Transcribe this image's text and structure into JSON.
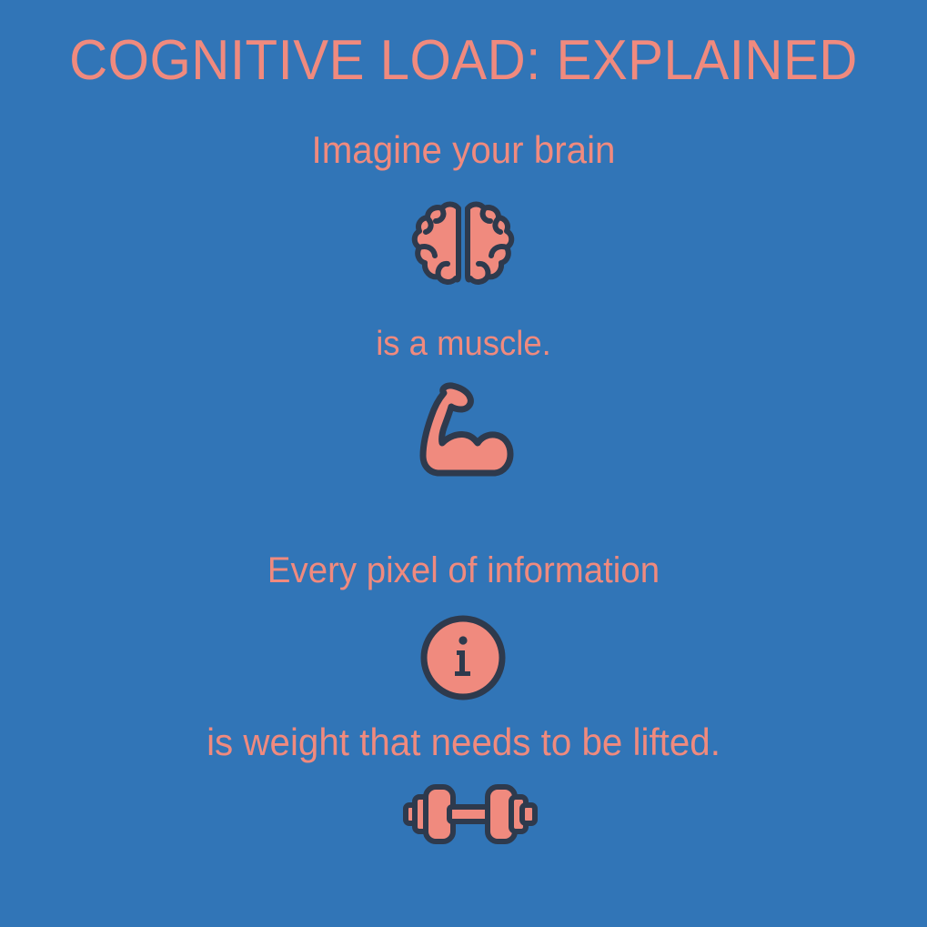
{
  "slide": {
    "background_color": "#3175b7",
    "accent_color": "#f08a7e",
    "outline_color": "#2e3a4d",
    "title": "COGNITIVE LOAD: EXPLAINED"
  },
  "body": {
    "line_1": "Imagine your brain",
    "line_2": "is a muscle.",
    "line_3": "Every pixel of information",
    "line_4": "is weight that needs to be lifted."
  },
  "icons": {
    "brain": "brain-icon",
    "bicep": "flexed-bicep-icon",
    "info": "info-circle-icon",
    "info_glyph": "i",
    "dumbbell": "dumbbell-icon"
  }
}
